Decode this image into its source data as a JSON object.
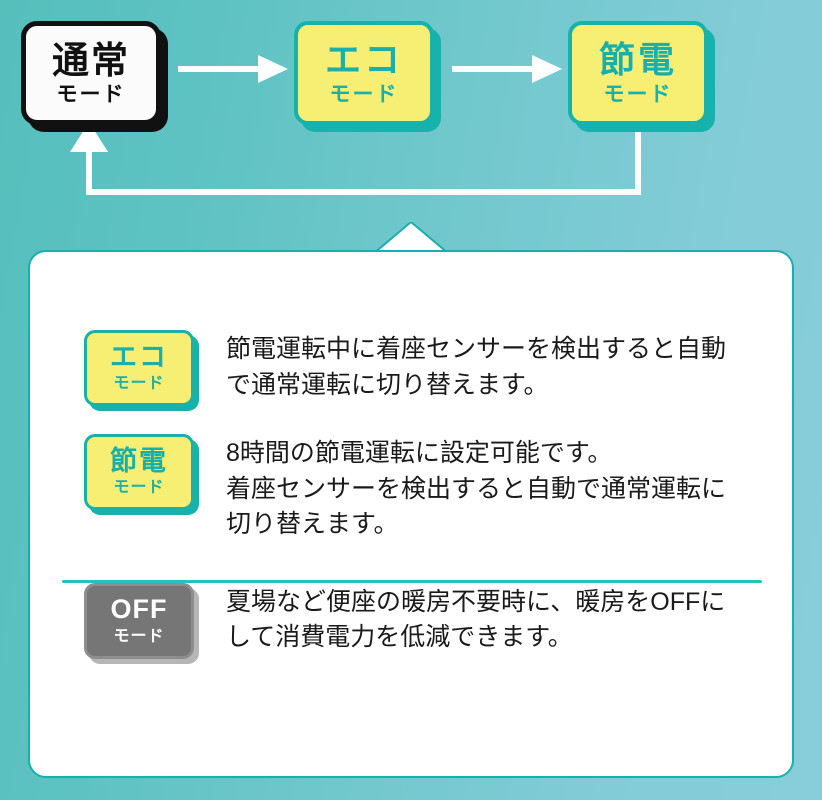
{
  "colors": {
    "bg_left": "#55bfbc",
    "bg_right": "#88cdda",
    "badge_yellow": "#f6ef74",
    "teal": "#17b2ab",
    "teal_text": "#1aafa8",
    "gray_badge": "#767676",
    "card_border": "#18b0ac",
    "divider": "#1fc4bd",
    "arrow": "#ffffff",
    "normal_node": "#111111"
  },
  "flow": {
    "nodes": [
      {
        "id": "normal",
        "big": "通常",
        "small": "モード",
        "style": "white"
      },
      {
        "id": "eco",
        "big": "エコ",
        "small": "モード",
        "style": "yellow"
      },
      {
        "id": "saver",
        "big": "節電",
        "small": "モード",
        "style": "yellow"
      }
    ],
    "arrows": [
      {
        "id": "normal-to-eco",
        "type": "straight-right"
      },
      {
        "id": "eco-to-saver",
        "type": "straight-right"
      },
      {
        "id": "saver-back-to-normal",
        "type": "loop-up-left"
      }
    ]
  },
  "card": {
    "rows": [
      {
        "badge": {
          "big": "エコ",
          "small": "モード",
          "style": "yellow"
        },
        "text": "節電運転中に着座センサーを検出すると自動\nで通常運転に切り替えます。"
      },
      {
        "badge": {
          "big": "節電",
          "small": "モード",
          "style": "yellow"
        },
        "text": "8時間の節電運転に設定可能です。\n着座センサーを検出すると自動で通常運転に\n切り替えます。"
      },
      {
        "badge": {
          "big": "OFF",
          "small": "モード",
          "style": "gray"
        },
        "text": "夏場など便座の暖房不要時に、暖房をOFFに\nして消費電力を低減できます。"
      }
    ],
    "divider": true
  }
}
